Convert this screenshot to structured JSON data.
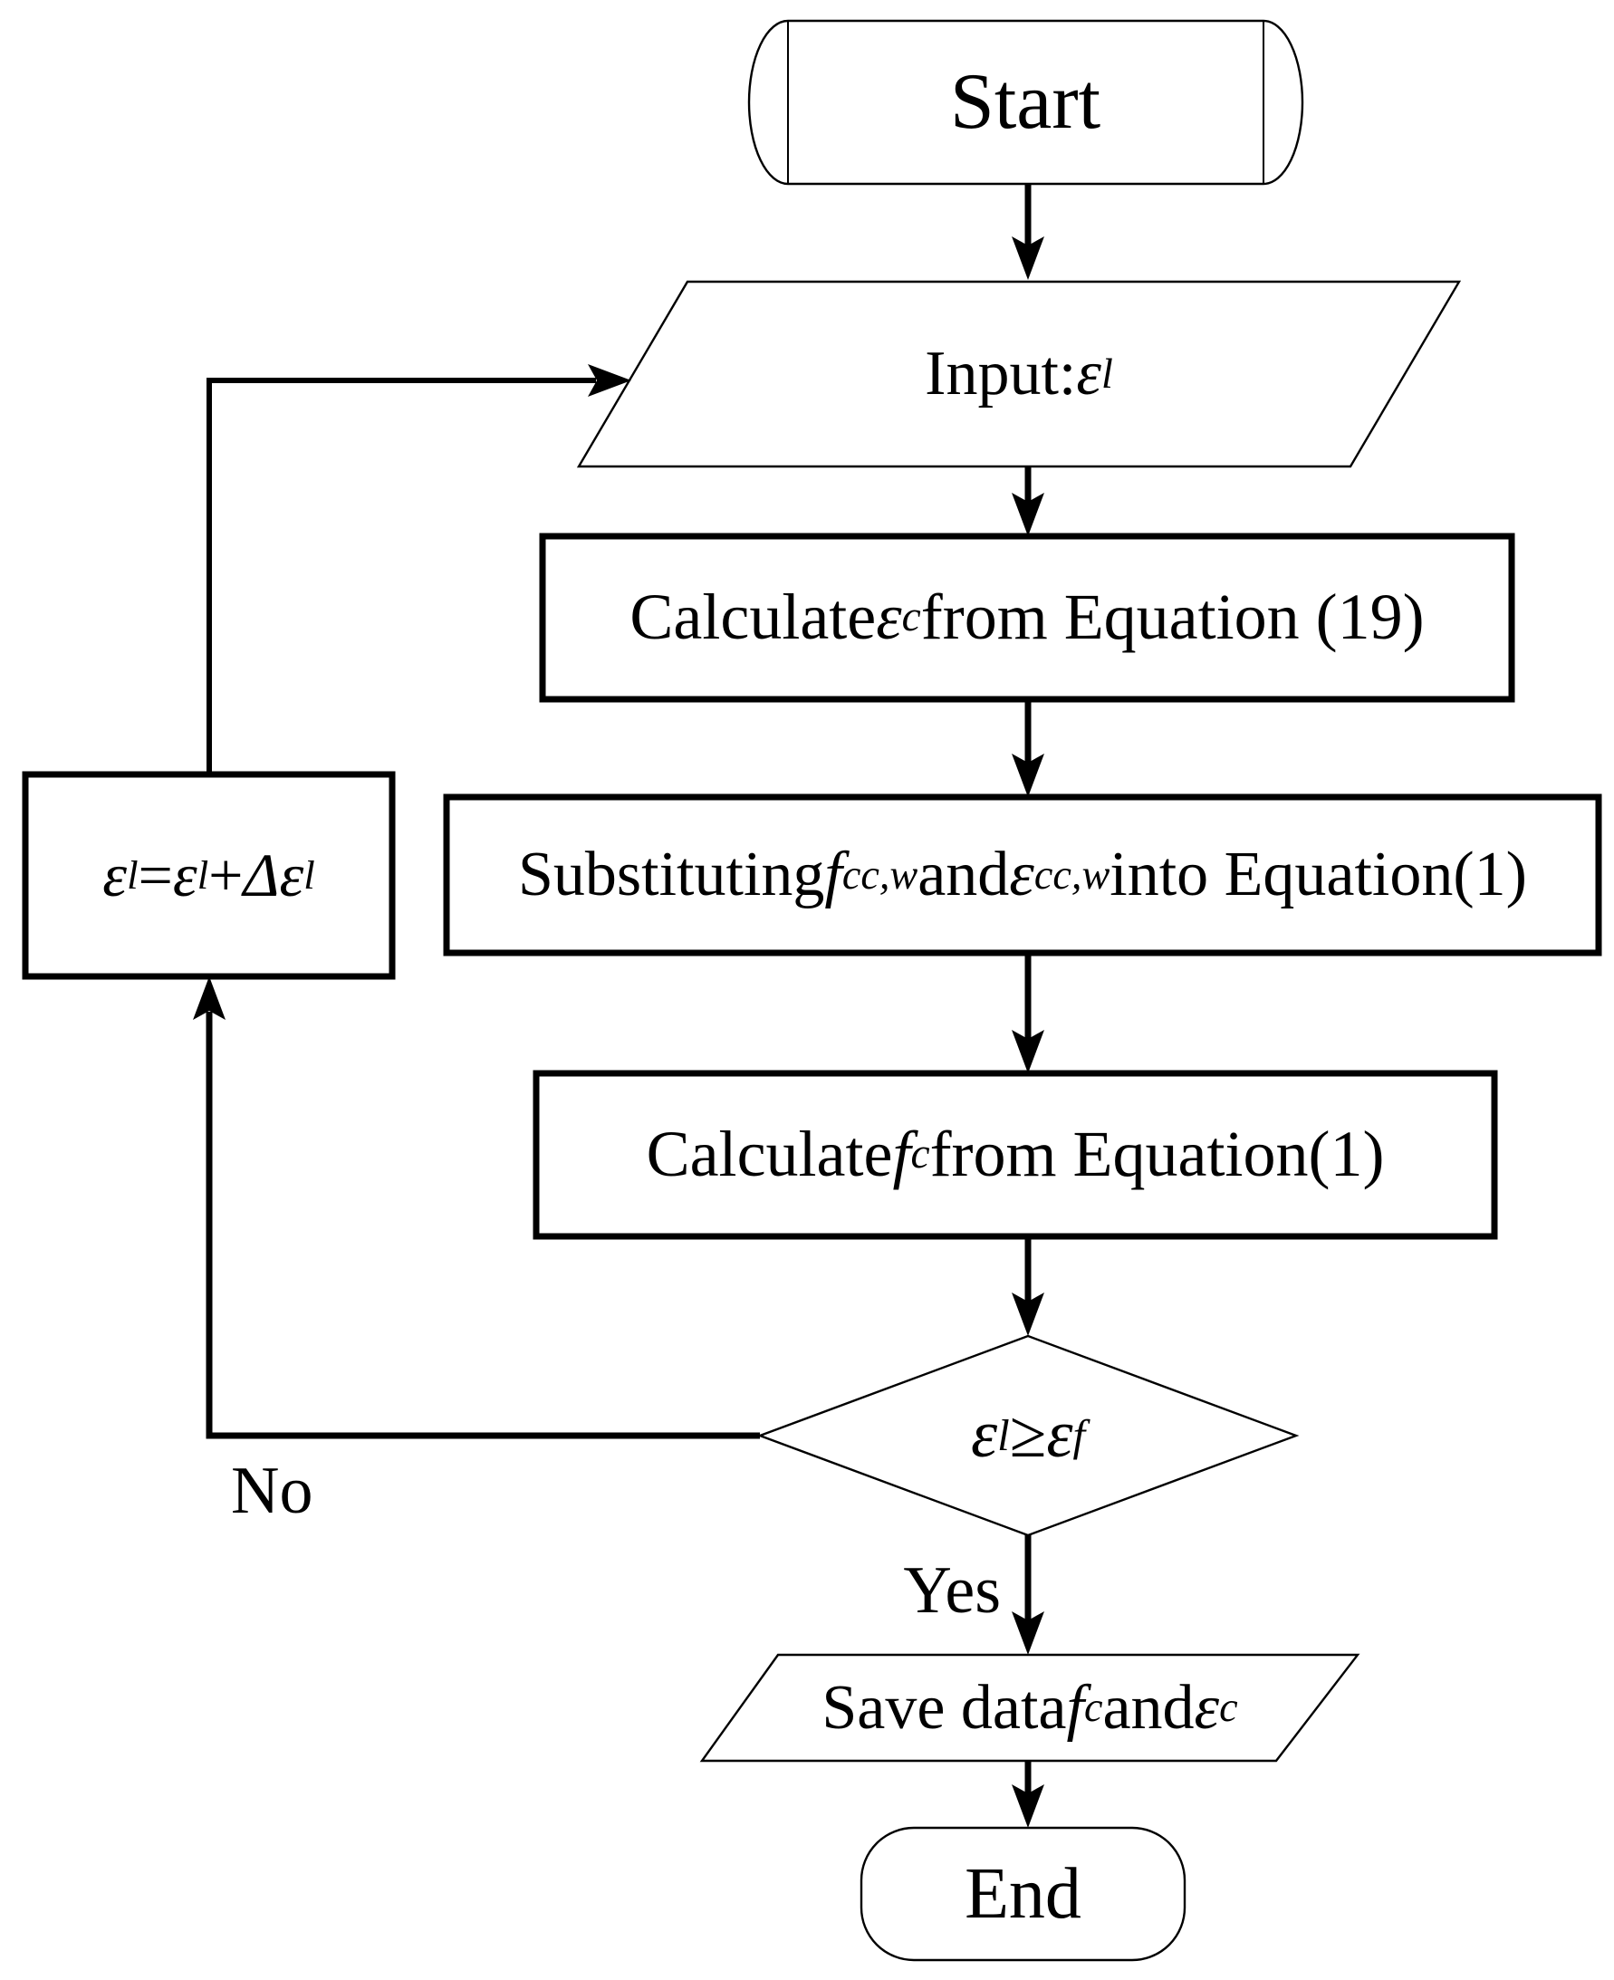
{
  "figure": {
    "type": "flowchart",
    "background": "#ffffff",
    "line_color": "#000000",
    "text_color": "#000000"
  },
  "nodes": {
    "start": {
      "shape": "terminal",
      "label": "Start"
    },
    "input": {
      "shape": "parallelogram",
      "prefix": "Input:",
      "sym1": "ε",
      "sub1": "l"
    },
    "calc_ec": {
      "shape": "process",
      "p0": "Calculate ",
      "sym1": "ε",
      "sub1": "c",
      "p1": " from Equation (19)"
    },
    "substitute": {
      "shape": "process",
      "p0": "Substituting ",
      "sym1": "f",
      "sub1": "cc,w",
      "p1": " and ",
      "sym2": "ε",
      "sub2": "cc,w",
      "p2": " into Equation(1)"
    },
    "calc_fc": {
      "shape": "process",
      "p0": "Calculate ",
      "sym1": "f",
      "sub1": "c",
      "p1": " from Equation(1)"
    },
    "decision": {
      "shape": "decision",
      "sym1": "ε",
      "sub1": "l",
      "op": "≥",
      "sym2": "ε",
      "sub2": "f"
    },
    "increment": {
      "shape": "process",
      "sym1": "ε",
      "sub1": "l",
      "op1": "=",
      "sym2": "ε",
      "sub2": "l",
      "op2": "+ ",
      "delta": "Δ ",
      "sym3": "ε",
      "sub3": "l"
    },
    "save": {
      "shape": "parallelogram",
      "p0": "Save data ",
      "sym1": "f",
      "sub1": "c",
      "p1": " and ",
      "sym2": "ε",
      "sub2": "c"
    },
    "end": {
      "shape": "terminal",
      "label": "End"
    }
  },
  "branch_labels": {
    "yes": "Yes",
    "no": "No"
  }
}
